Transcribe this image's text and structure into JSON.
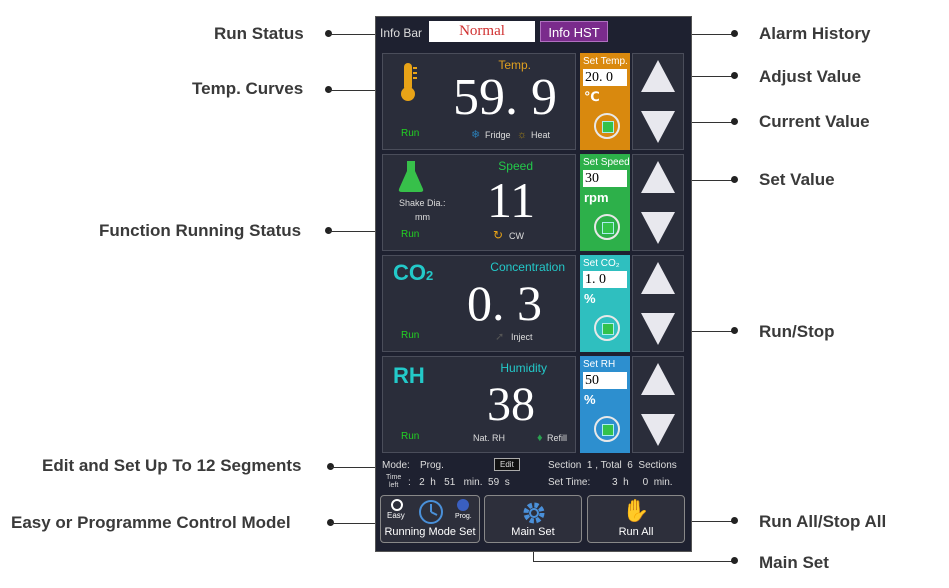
{
  "callouts": {
    "run_status": "Run Status",
    "temp_curves": "Temp. Curves",
    "function_running_status": "Function Running Status",
    "edit_segments": "Edit and Set Up To 12 Segments",
    "control_model": "Easy or Programme Control Model",
    "alarm_history": "Alarm History",
    "adjust_value": "Adjust Value",
    "current_value": "Current Value",
    "set_value": "Set Value",
    "run_stop": "Run/Stop",
    "run_all_stop_all": "Run All/Stop All",
    "main_set": "Main Set"
  },
  "topbar": {
    "info_label": "Info Bar",
    "status": "Normal",
    "history_button": "Info HST"
  },
  "temp": {
    "title": "Temp.",
    "value": "59. 9",
    "run": "Run",
    "fridge": "Fridge",
    "heat": "Heat",
    "set_label": "Set Temp.",
    "set_value": "20. 0",
    "unit": "℃",
    "color": "#d9890e"
  },
  "speed": {
    "title": "Speed",
    "value": "11",
    "run": "Run",
    "shake_label": "Shake Dia.:",
    "shake_unit": "mm",
    "direction": "CW",
    "set_label": "Set Speed",
    "set_value": "30",
    "unit": "rpm",
    "color": "#2db04a"
  },
  "co2": {
    "icon_text": "CO",
    "icon_sub": "2",
    "title": "Concentration",
    "value": "0. 3",
    "run": "Run",
    "inject": "Inject",
    "set_label": "Set CO₂",
    "set_value": "1. 0",
    "unit": "%",
    "color": "#2fbfbf"
  },
  "rh": {
    "icon_text": "RH",
    "title": "Humidity",
    "value": "38",
    "run": "Run",
    "nat": "Nat. RH",
    "refill": "Refill",
    "set_label": "Set RH",
    "set_value": "50",
    "unit": "%",
    "color": "#2d8fcf"
  },
  "program": {
    "mode_label": "Mode:",
    "mode_value": "Prog.",
    "edit_button": "Edit",
    "section_text": "Section  1 , Total  6  Sections",
    "time_left_label_1": "Time",
    "time_left_label_2": "left",
    "time_left": ":   2  h   51   min.  59  s",
    "set_time_label": "Set Time:",
    "set_time": "3  h     0  min."
  },
  "nav": {
    "running_mode_set": "Running Mode Set",
    "easy": "Easy",
    "prog": "Prog.",
    "main_set": "Main Set",
    "run_all": "Run All"
  }
}
